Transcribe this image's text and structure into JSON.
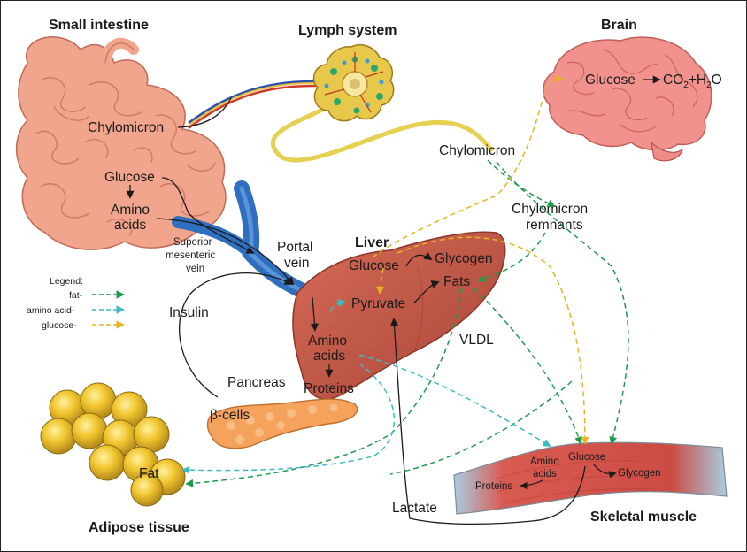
{
  "titles": {
    "small_intestine": "Small intestine",
    "lymph_system": "Lymph system",
    "brain": "Brain",
    "liver": "Liver",
    "adipose_tissue": "Adipose tissue",
    "skeletal_muscle": "Skeletal muscle"
  },
  "intestine": {
    "chylomicron": "Chylomicron",
    "glucose": "Glucose",
    "amino_line1": "Amino",
    "amino_line2": "acids"
  },
  "vessels": {
    "smv_line1": "Superior",
    "smv_line2": "mesenteric",
    "smv_line3": "vein",
    "portal_line1": "Portal",
    "portal_line2": "vein"
  },
  "lymph": {
    "chylomicron": "Chylomicron"
  },
  "brain_labels": {
    "glucose": "Glucose",
    "co2": "CO",
    "co2_sub": "2",
    "plus_h": "+H",
    "h2o_sub": "2",
    "o": "O"
  },
  "remnants": {
    "line1": "Chylomicron",
    "line2": "remnants"
  },
  "liver_labels": {
    "glucose": "Glucose",
    "glycogen": "Glycogen",
    "pyruvate": "Pyruvate",
    "fats": "Fats",
    "amino_line1": "Amino",
    "amino_line2": "acids",
    "proteins": "Proteins",
    "vldl": "VLDL"
  },
  "pancreas_labels": {
    "insulin": "Insulin",
    "pancreas": "Pancreas",
    "beta_cells": "β-cells"
  },
  "adipose_labels": {
    "fat": "Fat"
  },
  "muscle_labels": {
    "amino_line1": "Amino",
    "amino_line2": "acids",
    "glucose": "Glucose",
    "glycogen": "Glycogen",
    "proteins": "Proteins",
    "lactate": "Lactate"
  },
  "legend": {
    "title": "Legend:",
    "items": [
      {
        "label": "fat-",
        "color": "#1f9a4a"
      },
      {
        "label": "amino acid-",
        "color": "#3bbcc4"
      },
      {
        "label": "glucose-",
        "color": "#e8b320"
      }
    ]
  },
  "colors": {
    "fat_path": "#1f9a4a",
    "amino_path": "#3bbcc4",
    "glucose_path": "#e8b320",
    "intestine": "#f0a58c",
    "liver": "#c85a48",
    "vein": "#2f6fc0",
    "adipose": "#e8be2a",
    "brain": "#f2928e",
    "muscle": "#d9574f",
    "pancreas": "#f4a25c"
  }
}
